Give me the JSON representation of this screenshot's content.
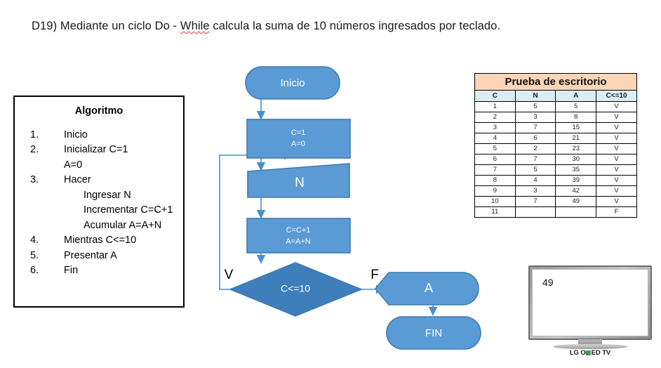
{
  "heading": {
    "prefix": "D19) Mediante un ciclo Do - ",
    "misspelled": "While",
    "suffix": " calcula la suma de 10 números ingresados por teclado."
  },
  "algorithm": {
    "title": "Algoritmo",
    "steps": [
      {
        "num": "1.",
        "text": "Inicio",
        "sub": []
      },
      {
        "num": "2.",
        "text": "Inicializar C=1",
        "sub": [
          "A=0"
        ]
      },
      {
        "num": "3.",
        "text": "Hacer",
        "sub": [
          "Ingresar N",
          "Incrementar C=C+1",
          "Acumular A=A+N"
        ]
      },
      {
        "num": "4.",
        "text": "Mientras C<=10",
        "sub": []
      },
      {
        "num": "5.",
        "text": "Presentar A",
        "sub": []
      },
      {
        "num": "6.",
        "text": "Fin",
        "sub": []
      }
    ]
  },
  "flowchart": {
    "nodes": {
      "start": "Inicio",
      "init_line1": "C=1",
      "init_line2": "A=0",
      "input": "N",
      "process_line1": "C=C+1",
      "process_line2": "A=A+N",
      "decision": "C<=10",
      "output": "A",
      "end": "FIN"
    },
    "branch_true": "V",
    "branch_false": "F",
    "colors": {
      "fill": "#5B9BD5",
      "stroke": "#3E7CB1",
      "connector": "#4A90D0",
      "text": "#FFFFFF"
    }
  },
  "trace_table": {
    "title": "Prueba de escritorio",
    "columns": [
      "C",
      "N",
      "A",
      "C<=10"
    ],
    "rows": [
      [
        "1",
        "5",
        "5",
        "V"
      ],
      [
        "2",
        "3",
        "8",
        "V"
      ],
      [
        "3",
        "7",
        "15",
        "V"
      ],
      [
        "4",
        "6",
        "21",
        "V"
      ],
      [
        "5",
        "2",
        "23",
        "V"
      ],
      [
        "6",
        "7",
        "30",
        "V"
      ],
      [
        "7",
        "5",
        "35",
        "V"
      ],
      [
        "8",
        "4",
        "39",
        "V"
      ],
      [
        "9",
        "3",
        "42",
        "V"
      ],
      [
        "10",
        "7",
        "49",
        "V"
      ],
      [
        "11",
        "",
        "",
        "F"
      ]
    ],
    "colors": {
      "title_bg": "#FBD5B5",
      "header_bg": "#DBEEF4"
    }
  },
  "tv": {
    "screen_value": "49",
    "brand_prefix": "LG O",
    "brand_suffix": "ED TV"
  }
}
